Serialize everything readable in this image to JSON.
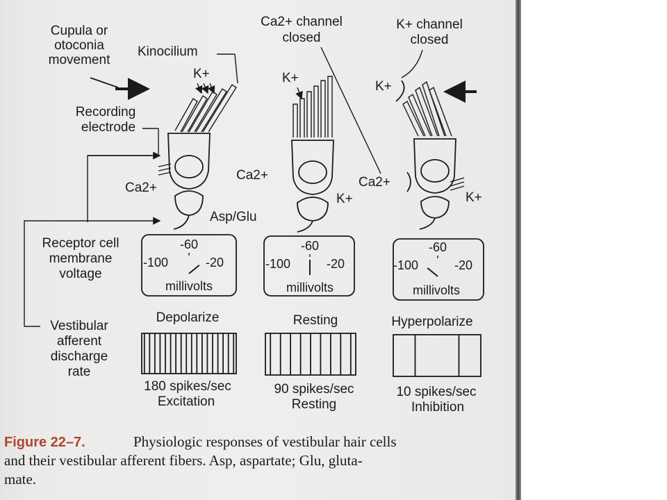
{
  "labels": {
    "cupula": [
      "Cupula or",
      "otoconia",
      "movement"
    ],
    "kinocilium": "Kinocilium",
    "k_plus": "K+",
    "ca_plus": "Ca2+",
    "recording": [
      "Recording",
      "electrode"
    ],
    "asp_glu": "Asp/Glu",
    "receptor": [
      "Receptor cell",
      "membrane",
      "voltage"
    ],
    "vestibular": [
      "Vestibular",
      "afferent",
      "discharge",
      "rate"
    ],
    "ca_channel": [
      "Ca2+ channel",
      "closed"
    ],
    "k_channel": [
      "K+ channel",
      "closed"
    ]
  },
  "meters": [
    {
      "top": "-60",
      "left": "-100",
      "right": "-20",
      "unit": "millivolts",
      "needle_mv": -30
    },
    {
      "top": "-60",
      "left": "-100",
      "right": "-20",
      "unit": "millivolts",
      "needle_mv": -60
    },
    {
      "top": "-60",
      "left": "-100",
      "right": "-20",
      "unit": "millivolts",
      "needle_mv": -90
    }
  ],
  "states": [
    "Depolarize",
    "Resting",
    "Hyperpolarize"
  ],
  "spike_counts": [
    18,
    9,
    2
  ],
  "rates": [
    {
      "rate": "180 spikes/sec",
      "label": "Excitation"
    },
    {
      "rate": "90 spikes/sec",
      "label": "Resting"
    },
    {
      "rate": "10 spikes/sec",
      "label": "Inhibition"
    }
  ],
  "caption": {
    "head": "Figure 22–7.",
    "line1": "Physiologic responses of vestibular hair cells",
    "line2": "and their vestibular afferent fibers. Asp, aspartate; Glu, gluta-",
    "line3": "mate."
  }
}
